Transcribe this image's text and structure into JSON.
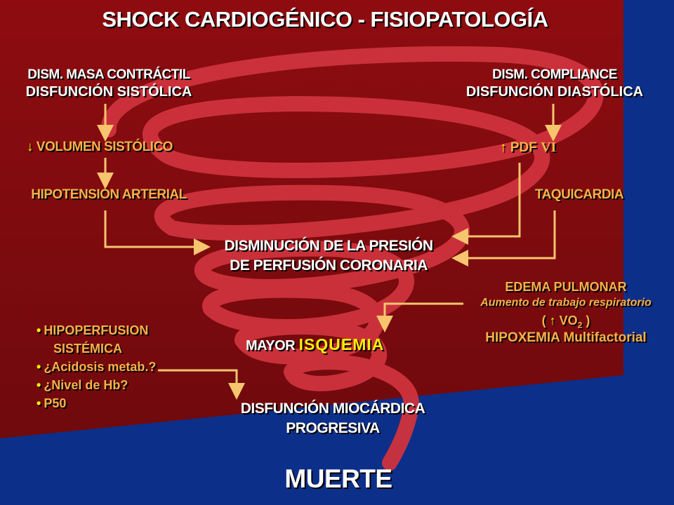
{
  "title": "SHOCK CARDIOGÉNICO - FISIOPATOLOGÍA",
  "left": {
    "line1": "DISM. MASA CONTRÁCTIL",
    "line2": "DISFUNCIÓN SISTÓLICA",
    "volumen_arrow": "↓",
    "volumen": "VOLUMEN SISTÓLICO",
    "hipotension": "HIPOTENSIÓN ARTERIAL"
  },
  "right": {
    "line1": "DISM. COMPLIANCE",
    "line2": "DISFUNCIÓN DIASTÓLICA",
    "pdf_arrow": "↑",
    "pdf": "PDF",
    "pdf_suffix": "VI",
    "taquicardia": "TAQUICARDIA"
  },
  "center": {
    "presion_line1": "DISMINUCIÓN DE LA PRESIÓN",
    "presion_line2": "DE PERFUSIÓN CORONARIA",
    "mayor": "MAYOR",
    "isquemia": "ISQUEMIA",
    "disfuncion_line1": "DISFUNCIÓN MIOCÁRDICA",
    "disfuncion_line2": "PROGRESIVA",
    "muerte": "MUERTE"
  },
  "edema": {
    "title": "EDEMA PULMONAR",
    "line1": "Aumento de trabajo respiratorio",
    "vo_open": "(",
    "vo_arrow": "↑",
    "vo": "VO",
    "vo_sub": "2",
    "vo_close": ")",
    "line3": "HIPOXEMIA Multifactorial"
  },
  "factors": {
    "bullet": "•",
    "items": [
      "HIPOPERFUSION",
      "SISTÉMICA",
      "¿Acidosis metab.?",
      "¿Nivel de Hb?",
      "P50"
    ]
  },
  "colors": {
    "background_blue": "#0c2f8a",
    "panel_red": "#8b0c10",
    "spiral": "#c8303a",
    "connector_arrow": "#f7c56e",
    "text_white": "#ffffff",
    "text_orange": "#f6b14a",
    "accent_yellow": "#ffee00"
  }
}
